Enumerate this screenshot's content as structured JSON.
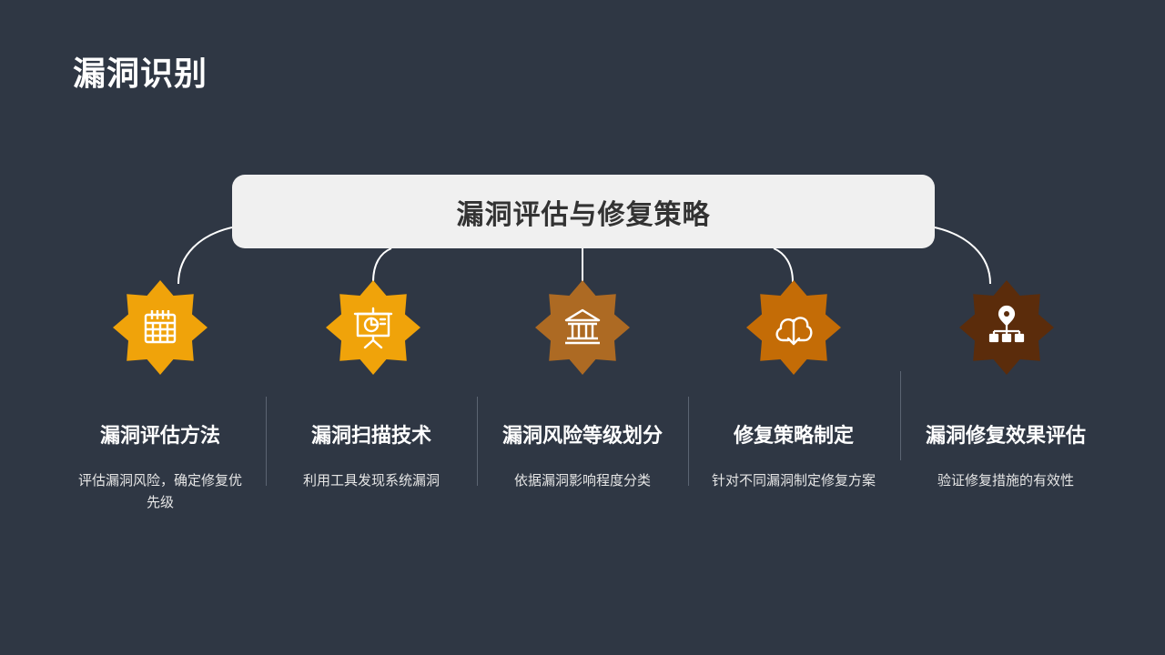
{
  "page": {
    "title": "漏洞识别"
  },
  "center": {
    "title": "漏洞评估与修复策略"
  },
  "items": [
    {
      "title": "漏洞评估方法",
      "desc": "评估漏洞风险，确定修复优先级",
      "icon": "calendar-icon",
      "color": "#f0a30a"
    },
    {
      "title": "漏洞扫描技术",
      "desc": "利用工具发现系统漏洞",
      "icon": "presentation-board-icon",
      "color": "#f0a30a"
    },
    {
      "title": "漏洞风险等级划分",
      "desc": "依据漏洞影响程度分类",
      "icon": "bank-building-icon",
      "color": "#ad6a23"
    },
    {
      "title": "修复策略制定",
      "desc": "针对不同漏洞制定修复方案",
      "icon": "cloud-download-icon",
      "color": "#c46c06"
    },
    {
      "title": "漏洞修复效果评估",
      "desc": "验证修复措施的有效性",
      "icon": "location-network-icon",
      "color": "#5b2c0b"
    }
  ],
  "colors": {
    "background": "#2f3744",
    "center_box": "#f0f0f0",
    "connector": "#ffffff",
    "divider": "#5b6472"
  }
}
